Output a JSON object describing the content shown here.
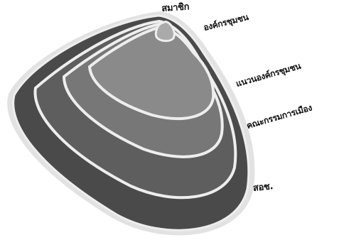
{
  "diagram": {
    "type": "nested-layers",
    "layers": [
      {
        "label": "สมาชิก",
        "fill": "#aaaaaa"
      },
      {
        "label": "องค์กรชุมชน",
        "fill": "#8a8a8a"
      },
      {
        "label": "แนวนองค์กรชุมชน",
        "fill": "#777777"
      },
      {
        "label": "คณะกรรมการเมือง",
        "fill": "#5e5e5e"
      },
      {
        "label": "สอช.",
        "fill": "#4a4a4a"
      }
    ],
    "colors": {
      "outline": "#eeeeee",
      "background": "#ffffff",
      "text": "#111111"
    }
  }
}
